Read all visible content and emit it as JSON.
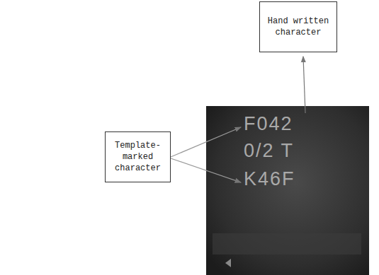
{
  "diagram": {
    "nodes": [
      {
        "text": [
          "Hand written character"
        ]
      },
      {
        "text": [
          "Template-marked character"
        ]
      }
    ],
    "labels": [
      "F042",
      "0/2 T",
      "K46F"
    ]
  }
}
